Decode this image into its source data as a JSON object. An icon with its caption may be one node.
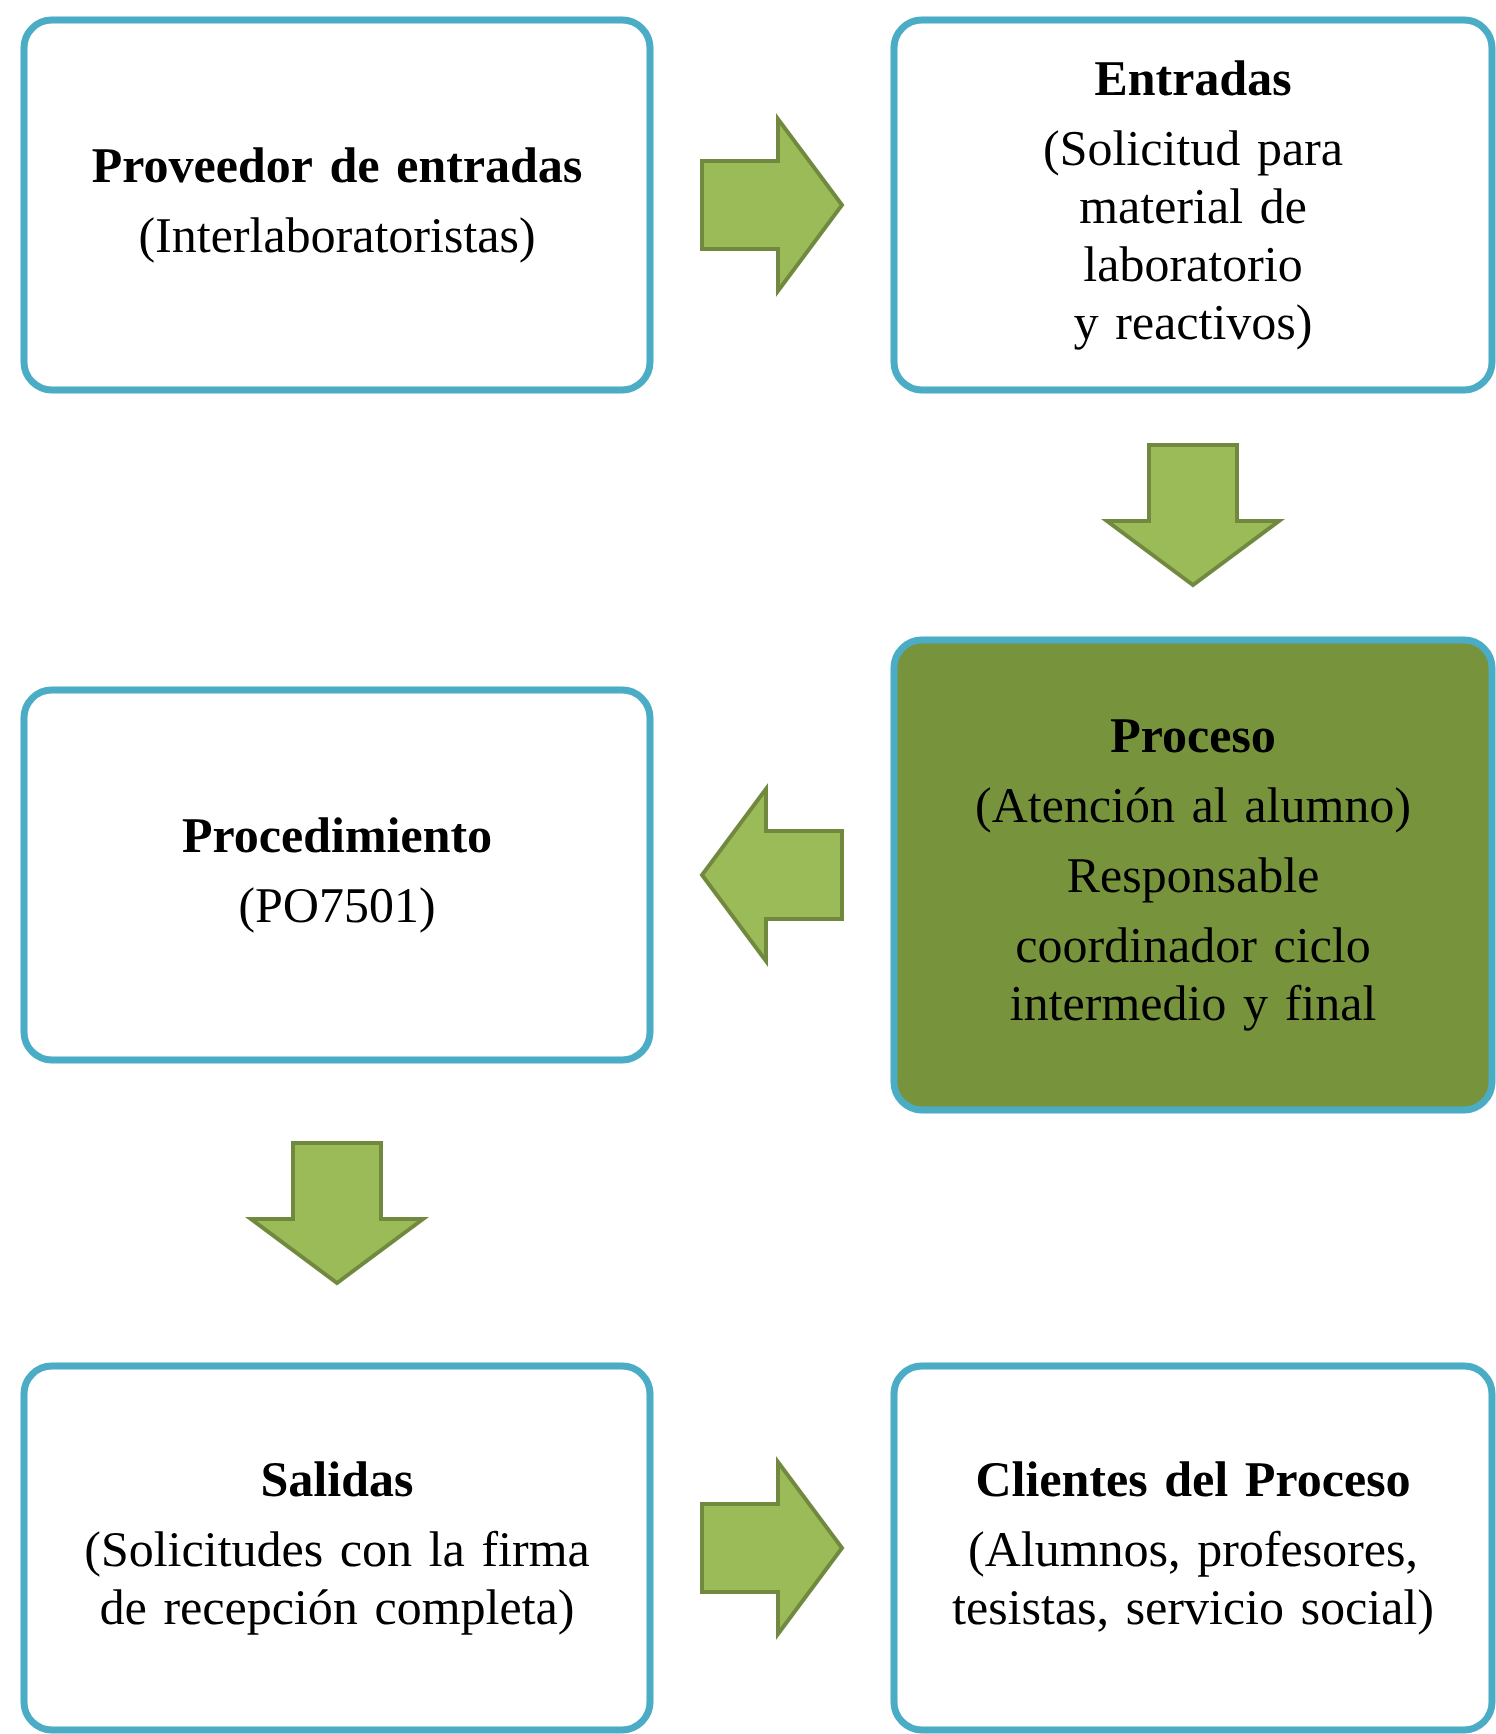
{
  "diagram": {
    "nodes": [
      {
        "text": [
          "Proveedor de entradas",
          "(Interlaboratoristas)"
        ]
      },
      {
        "text": [
          "Entradas",
          "(Solicitud para material de laboratorio y reactivos)"
        ]
      },
      {
        "text": [
          "Proceso",
          "(Atención al alumno)",
          "Responsable",
          "coordinador ciclo intermedio y final"
        ]
      },
      {
        "text": [
          "Procedimiento",
          "(PO7501)"
        ]
      },
      {
        "text": [
          "Salidas",
          "(Solicitudes con la firma de recepción completa)"
        ]
      },
      {
        "text": [
          "Clientes del Proceso",
          "(Alumnos, profesores, tesistas, servicio social)"
        ]
      }
    ],
    "edges": [
      {
        "from": 0,
        "to": 1,
        "arrow": "to"
      },
      {
        "from": 1,
        "to": 2,
        "arrow": "to"
      },
      {
        "from": 2,
        "to": 3,
        "arrow": "to"
      },
      {
        "from": 3,
        "to": 4,
        "arrow": "to"
      },
      {
        "from": 4,
        "to": 5,
        "arrow": "to"
      }
    ]
  }
}
